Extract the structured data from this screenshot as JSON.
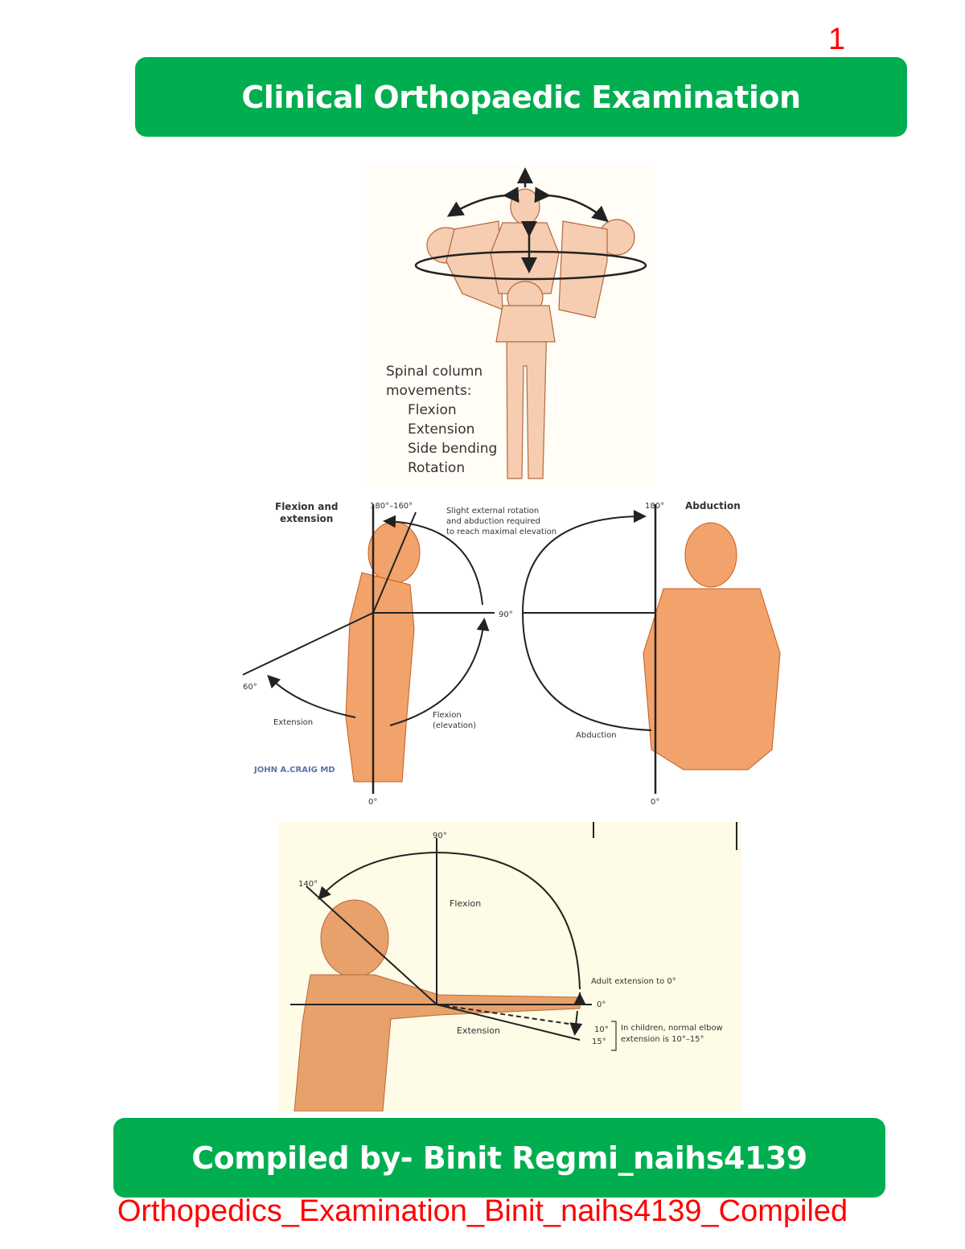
{
  "page_number": "1",
  "header": {
    "title": "Clinical Orthopaedic Examination"
  },
  "figures": {
    "spinal": {
      "caption_title": "Spinal column",
      "caption_subtitle": "movements:",
      "movements": [
        "Flexion",
        "Extension",
        "Side bending",
        "Rotation"
      ]
    },
    "shoulder": {
      "left_title_line1": "Flexion and",
      "left_title_line2": "extension",
      "angle_top_left": "180°–160°",
      "note_line1": "Slight external rotation",
      "note_line2": "and abduction required",
      "note_line3": "to reach maximal elevation",
      "angle_90": "90°",
      "angle_60": "60°",
      "extension_label": "Extension",
      "flexion_label_line1": "Flexion",
      "flexion_label_line2": "(elevation)",
      "signature": "JOHN A.CRAIG MD",
      "angle_0_left": "0°",
      "angle_180_right": "180°",
      "right_title": "Abduction",
      "abduction_label": "Abduction",
      "angle_0_right": "0°"
    },
    "elbow": {
      "angle_90": "90°",
      "angle_140": "140°",
      "flexion_label": "Flexion",
      "adult_note": "Adult extension to 0°",
      "angle_0": "0°",
      "angle_10": "10°",
      "angle_15": "15°",
      "extension_label": "Extension",
      "children_note_line1": "In children, normal elbow",
      "children_note_line2": "extension is 10°–15°"
    }
  },
  "footer_banner": {
    "text": "Compiled by- Binit Regmi_naihs4139"
  },
  "footer": {
    "text": "Orthopedics_Examination_Binit_naihs4139_Compiled"
  },
  "colors": {
    "banner_green": "#00ae50",
    "accent_red": "#ff0000",
    "skin": "#f2a36b"
  }
}
